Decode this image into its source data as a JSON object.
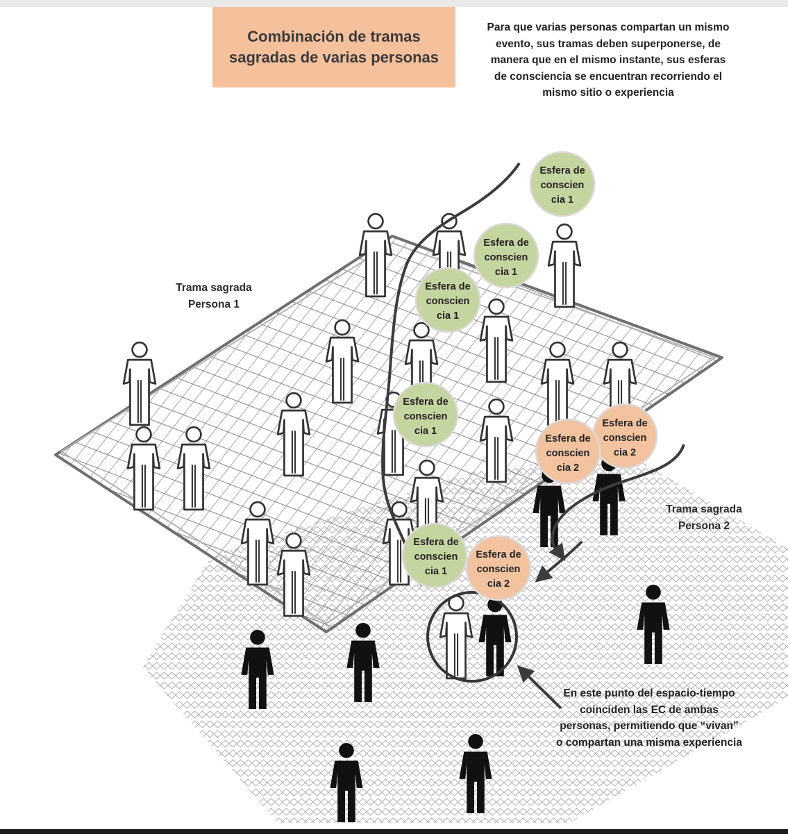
{
  "title": "Combinación de tramas sagradas de varias personas",
  "description": "Para que varias personas compartan un mismo evento, sus tramas deben superponerse, de manera que en el mismo instante, sus esferas de consciencia se encuentran recorriendo el mismo sitio o experiencia",
  "trama_1": "Trama sagrada\nPersona 1",
  "trama_2": "Trama sagrada\nPersona 2",
  "sphere_text": [
    "Esfera de",
    "conscien",
    "cia 1",
    "cia 2"
  ],
  "note": "En este punto del espacio-tiempo coinciden las EC de ambas personas, permitiendo que “vivan” o compartan una misma experiencia",
  "colors": {
    "title_bg": "#f5c19d",
    "sphere_1": "#c5d5a0",
    "sphere_2": "#f3c3a0",
    "sphere_border": "#d9d9d9",
    "path": "#3c3c3c"
  },
  "icons": [
    "person-outline-icon",
    "person-filled-icon",
    "arrow-icon"
  ]
}
